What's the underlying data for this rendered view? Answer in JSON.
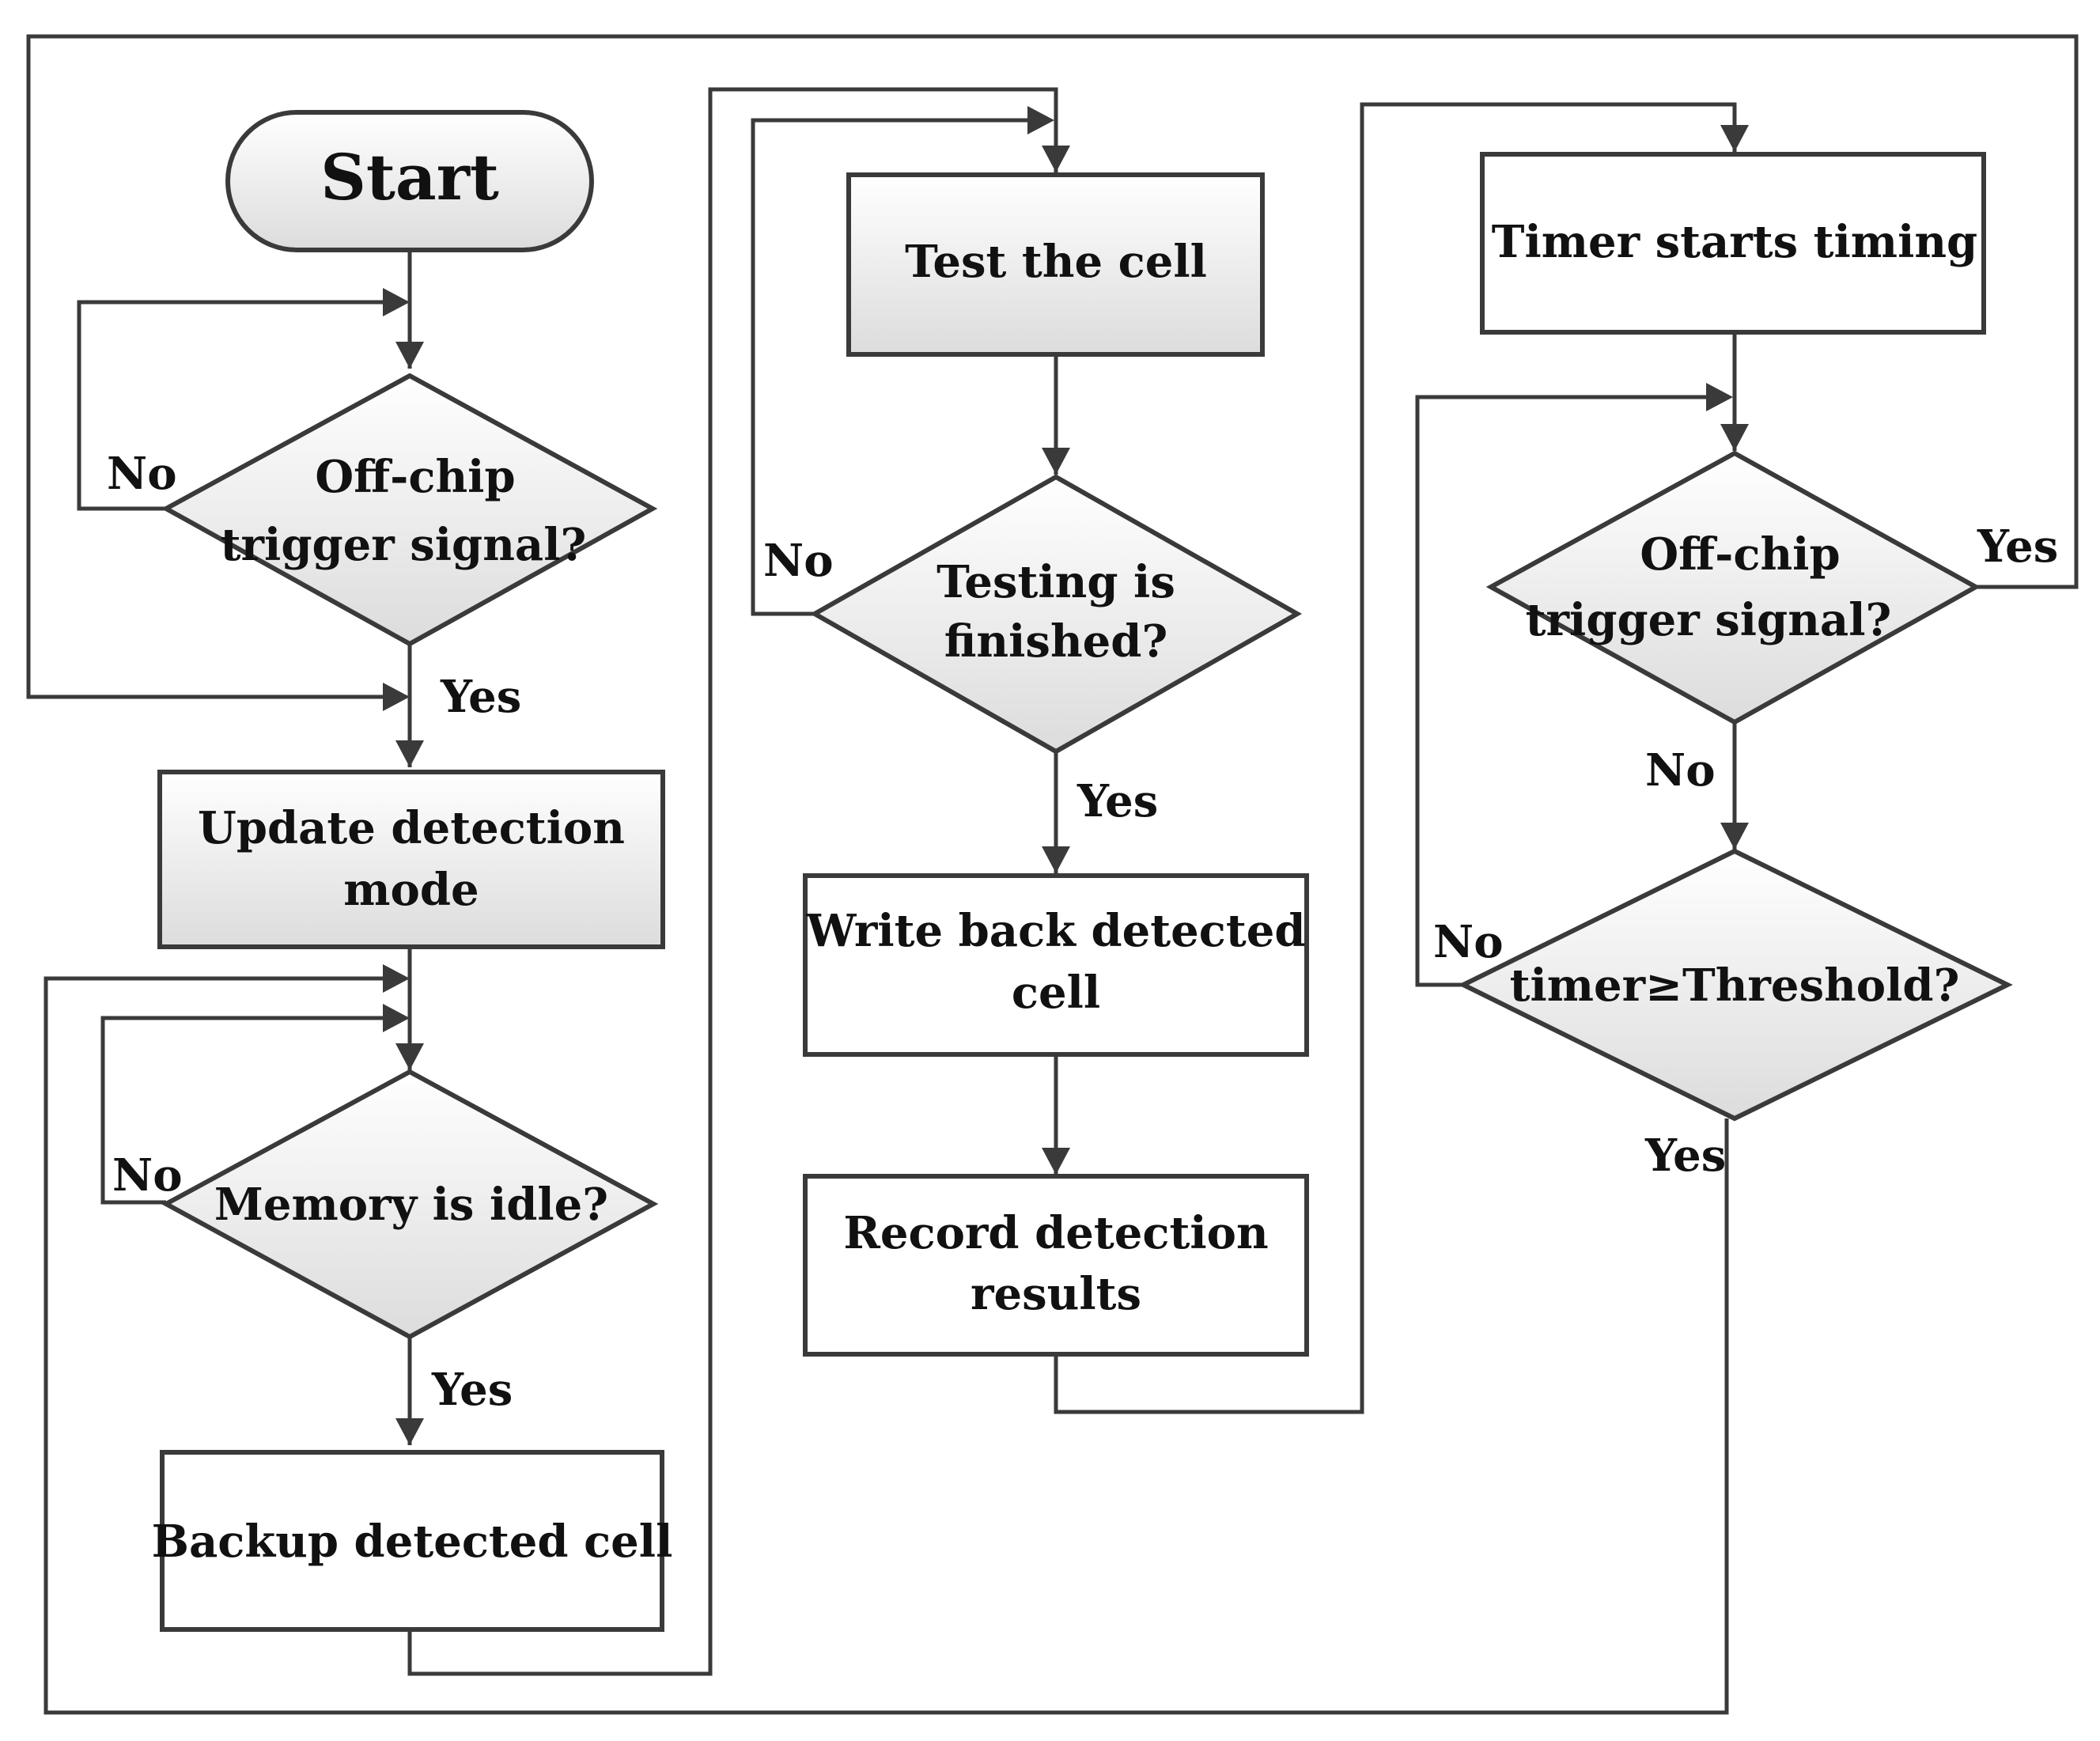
{
  "nodes": {
    "start": "Start",
    "decision_offchip_1": [
      "Off-chip",
      "trigger signal?"
    ],
    "update_detection_mode": [
      "Update detection",
      "mode"
    ],
    "decision_memory_idle": "Memory is idle?",
    "backup_detected_cell": "Backup detected cell",
    "test_the_cell": "Test the cell",
    "decision_testing_finished": [
      "Testing is",
      "finished?"
    ],
    "write_back_detected_cell": [
      "Write back detected",
      "cell"
    ],
    "record_detection_results": [
      "Record detection",
      "results"
    ],
    "timer_starts_timing": "Timer starts timing",
    "decision_offchip_2": [
      "Off-chip",
      "trigger signal?"
    ],
    "decision_timer_threshold": "timer≥Threshold?"
  },
  "edge_labels": {
    "offchip_1_no": "No",
    "offchip_1_yes": "Yes",
    "memory_idle_no": "No",
    "memory_idle_yes": "Yes",
    "testing_finished_no": "No",
    "testing_finished_yes": "Yes",
    "offchip_2_yes": "Yes",
    "offchip_2_no": "No",
    "timer_threshold_no": "No",
    "timer_threshold_yes": "Yes"
  },
  "colors": {
    "stroke": "#3a3a3a",
    "fill_top": "#ffffff",
    "fill_bottom": "#dcdcdc",
    "text": "#111111"
  }
}
